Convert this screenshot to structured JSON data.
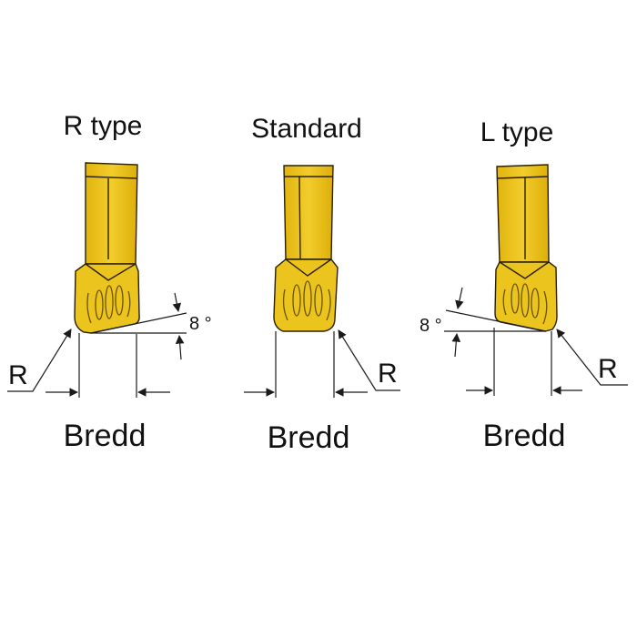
{
  "colors": {
    "insert_fill": "#ECC41E",
    "insert_dark": "#C99A00",
    "insert_outline": "#2A2000",
    "line": "#1A1A1A",
    "text": "#111111"
  },
  "inserts": [
    {
      "id": "r-type",
      "title": "R type",
      "width_label": "Bredd",
      "radius_label": "R",
      "angle_label": "8 °"
    },
    {
      "id": "standard",
      "title": "Standard",
      "width_label": "Bredd",
      "radius_label": "R",
      "angle_label": ""
    },
    {
      "id": "l-type",
      "title": "L type",
      "width_label": "Bredd",
      "radius_label": "R",
      "angle_label": "8 °"
    }
  ]
}
